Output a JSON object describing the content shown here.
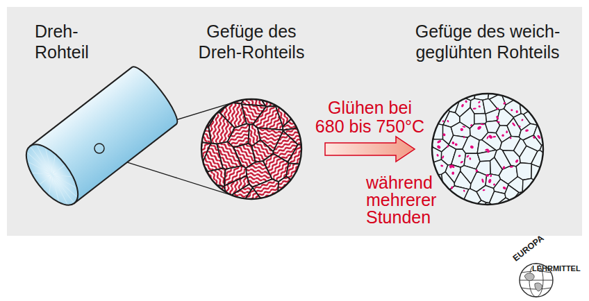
{
  "diagram": {
    "nodes": [
      {
        "text": [
          "Dreh- Rohteil"
        ]
      },
      {
        "text": [
          "Gefüge des Dreh-Rohteils"
        ]
      },
      {
        "text": [
          "Gefüge des weich- geglühten Rohteils"
        ]
      }
    ],
    "edges": [
      {
        "from": 0,
        "to": 1,
        "arrow": "none"
      },
      {
        "from": 1,
        "to": 2,
        "arrow": "to",
        "label": "Glühen bei 680 bis 750°C"
      }
    ],
    "labels": [
      "während mehrerer Stunden",
      "EUROPA",
      "LEHRMITTEL"
    ]
  }
}
